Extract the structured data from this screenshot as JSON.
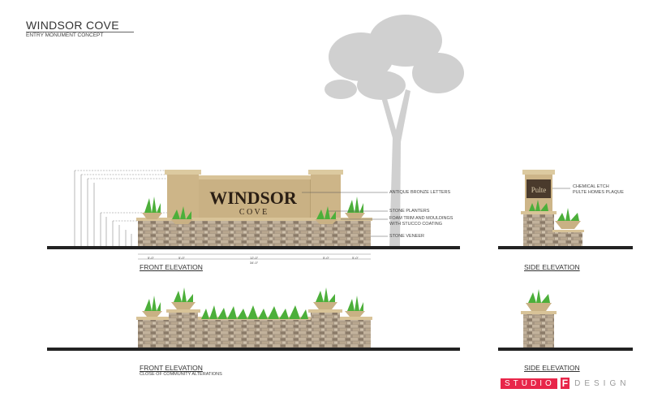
{
  "header": {
    "title": "WINDSOR COVE",
    "subtitle": "ENTRY MONUMENT CONCEPT"
  },
  "sign": {
    "main": "WINDSOR",
    "sub": "C O V E",
    "plaque": "Pulte"
  },
  "callouts": {
    "letters": "ANTIQUE BRONZE LETTERS",
    "planters": "STONE PLANTERS",
    "trim_1": "FOAM TRIM AND MOULDINGS",
    "trim_2": "WITH STUCCO COATING",
    "veneer": "STONE VENEER",
    "etch_1": "CHEMICAL ETCH",
    "etch_2": "PULTE HOMES PLAQUE"
  },
  "captions": {
    "front_1": "FRONT ELEVATION",
    "side_1": "SIDE ELEVATION",
    "front_2": "FRONT ELEVATION",
    "front_2_sub": "CLOSE OF COMMUNITY ALTERATIONS",
    "side_2": "SIDE ELEVATION"
  },
  "dimensions": {
    "seg1": "5'-0\"",
    "seg2": "5'-0\"",
    "seg3": "12'-0\"",
    "seg4": "5'-0\"",
    "seg5": "5'-0\"",
    "total": "34'-0\""
  },
  "logo": {
    "studio": "STUDIO",
    "f": "F",
    "design": "DESIGN"
  },
  "colors": {
    "stucco": "#c9b184",
    "stone": "#9a8a78",
    "ground": "#222222",
    "grass": "#4caf3a",
    "tree": "#cfcfcf",
    "brand": "#e8264a"
  }
}
